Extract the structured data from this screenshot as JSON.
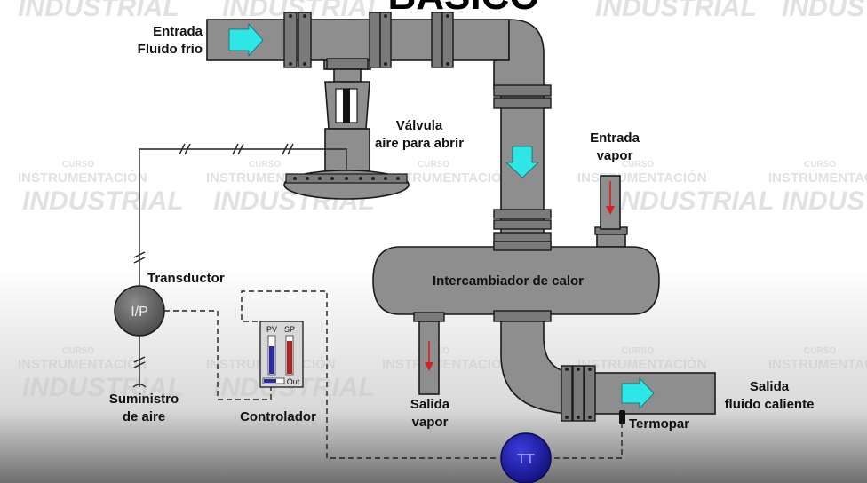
{
  "title_text": "BÁSICO",
  "watermark": {
    "line1": "CURSO",
    "line2": "INSTRUMENTACIÓN",
    "line3": "INDUSTRIAL"
  },
  "labels": {
    "inlet_cold_1": "Entrada",
    "inlet_cold_2": "Fluido frío",
    "valve_1": "Válvula",
    "valve_2": "aire para abrir",
    "steam_in_1": "Entrada",
    "steam_in_2": "vapor",
    "exchanger": "Intercambiador de calor",
    "transducer": "Transductor",
    "transducer_tag": "I/P",
    "air_supply_1": "Suministro",
    "air_supply_2": "de aire",
    "controller": "Controlador",
    "pv": "PV",
    "sp": "SP",
    "out": "Out",
    "steam_out_1": "Salida",
    "steam_out_2": "vapor",
    "hot_out_1": "Salida",
    "hot_out_2": "fluido caliente",
    "thermocouple": "Termopar",
    "transmitter_tag": "TT"
  },
  "colors": {
    "pipe": "#8e8e8e",
    "flow_arrow": "#2ee6e6",
    "steam_arrow": "#d42020",
    "transmitter": "#1a1aa8",
    "pv_bar": "#2b2ba8",
    "sp_bar": "#b02020"
  }
}
